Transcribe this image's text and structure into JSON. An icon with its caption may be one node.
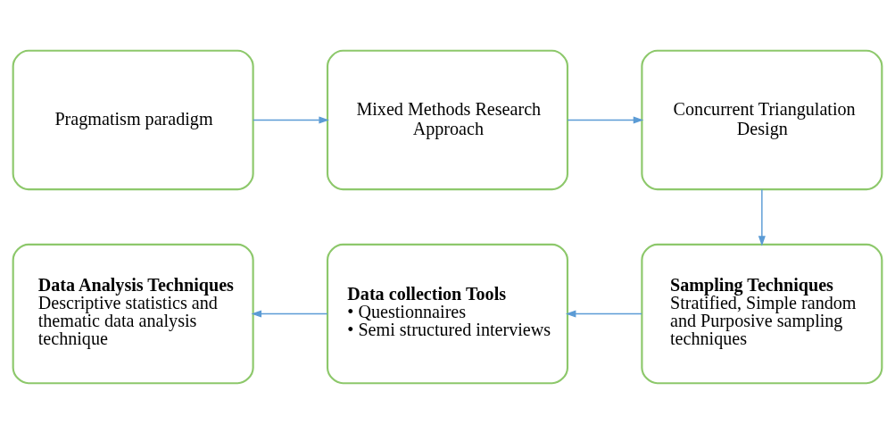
{
  "diagram": {
    "nodes": [
      {
        "text": [
          "Pragmatism paradigm"
        ]
      },
      {
        "text": [
          "Mixed Methods Research Approach"
        ]
      },
      {
        "text": [
          "Concurrent Triangulation Design"
        ]
      },
      {
        "text": [
          "Sampling Techniques",
          "Stratified, Simple random and Purposive sampling techniques"
        ]
      },
      {
        "text": [
          "Data collection Tools",
          "• Questionnaires",
          "• Semi structured interviews"
        ]
      },
      {
        "text": [
          "Data Analysis Techniques",
          "Descriptive statistics and thematic data analysis technique"
        ]
      }
    ],
    "edges": [
      {
        "from": 0,
        "to": 1,
        "arrow": "to"
      },
      {
        "from": 1,
        "to": 2,
        "arrow": "to"
      },
      {
        "from": 2,
        "to": 3,
        "arrow": "to"
      },
      {
        "from": 3,
        "to": 4,
        "arrow": "to"
      },
      {
        "from": 4,
        "to": 5,
        "arrow": "to"
      }
    ]
  }
}
